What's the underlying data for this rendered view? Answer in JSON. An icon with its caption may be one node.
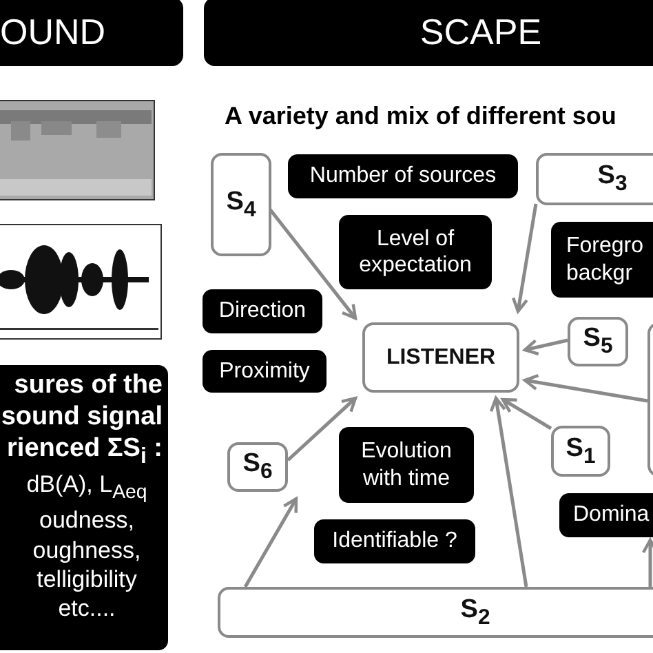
{
  "diagram": {
    "nodes": [
      {
        "text": [
          "OUND"
        ]
      },
      {
        "text": [
          "SCAPE"
        ]
      },
      {
        "text": [
          "sures of the sound signal rienced ΣS$_{i}$ :",
          "dB(A), L$_{Aeq}$ oudness, oughness, telligibility etc...."
        ]
      },
      {
        "text": [
          "S$_{4}$"
        ]
      },
      {
        "text": [
          "Number of sources"
        ]
      },
      {
        "text": [
          "S$_{3}$"
        ]
      },
      {
        "text": [
          "Level of expectation"
        ]
      },
      {
        "text": [
          "Foregro backgr"
        ]
      },
      {
        "text": [
          "Direction"
        ]
      },
      {
        "text": [
          "LISTENER"
        ]
      },
      {
        "text": [
          "S$_{5}$"
        ]
      },
      {
        "text": [
          "Proximity"
        ]
      },
      {
        "text": [],
        "shape": "box"
      },
      {
        "text": [
          "S$_{1}$"
        ]
      },
      {
        "text": [
          "S$_{6}$"
        ]
      },
      {
        "text": [
          "Evolution with time"
        ]
      },
      {
        "text": [
          "Identifiable ?"
        ]
      },
      {
        "text": [
          "Domina"
        ]
      },
      {
        "text": [
          "S$_{2}$"
        ]
      }
    ],
    "edges": [
      {
        "from": 3,
        "to": 9,
        "arrow": "to"
      },
      {
        "from": 5,
        "to": 9,
        "arrow": "to"
      },
      {
        "from": 10,
        "to": 9,
        "arrow": "to"
      },
      {
        "from": 12,
        "to": 9,
        "arrow": "to"
      },
      {
        "from": 13,
        "to": 9,
        "arrow": "to"
      },
      {
        "from": 14,
        "to": 9,
        "arrow": "to"
      },
      {
        "from": 18,
        "to": 9,
        "arrow": "to"
      },
      {
        "from": 18,
        "to": 14,
        "arrow": "to"
      },
      {
        "from": 18,
        "to": 17,
        "arrow": "to"
      }
    ],
    "labels": [
      "A variety and mix of different sou"
    ]
  }
}
